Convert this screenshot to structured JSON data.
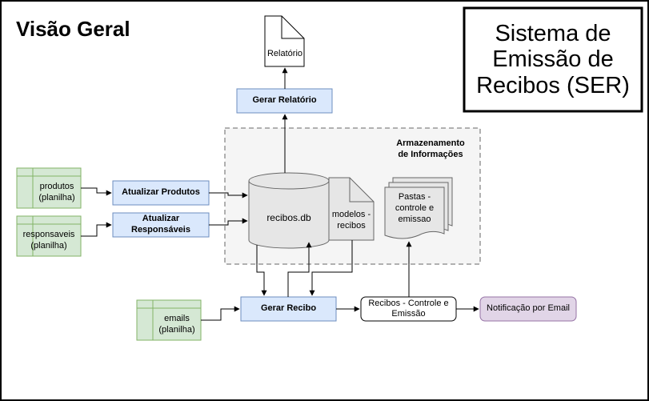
{
  "page": {
    "heading": "Visão Geral",
    "system_title": "Sistema de\nEmissão de\nRecibos (SER)"
  },
  "storage": {
    "label": "Armazenamento\nde Informações"
  },
  "nodes": {
    "report_doc": "Relatório",
    "generate_report": "Gerar Relatório",
    "products_sheet": "produtos\n(planilha)",
    "update_products": "Atualizar Produtos",
    "responsibles_sheet": "responsaveis\n(planilha)",
    "update_responsibles": "Atualizar\nResponsáveis",
    "database": "recibos.db",
    "templates": "modelos -\nrecibos",
    "folders": "Pastas -\ncontrole e\nemissao",
    "emails_sheet": "emails\n(planilha)",
    "generate_receipt": "Gerar Recibo",
    "receipt_control": "Recibos - Controle e\nEmissão",
    "email_notification": "Notificação por Email"
  },
  "colors": {
    "blue_fill": "#dae8fc",
    "blue_stroke": "#6c8ebf",
    "green_fill": "#d5e8d4",
    "green_stroke": "#82b366",
    "purple_fill": "#e1d5e7",
    "purple_stroke": "#9673a6",
    "gray_fill": "#f5f5f5",
    "gray_stroke": "#666666",
    "db_fill": "#e6e6e6"
  }
}
